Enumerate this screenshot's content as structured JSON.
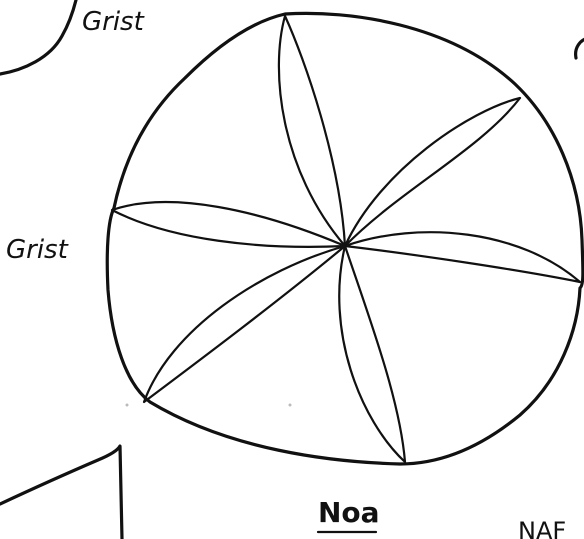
{
  "labels": {
    "top_label": "Grist",
    "side_label": "Grist",
    "signature": "Noa",
    "corner_fragment": "NAF"
  },
  "colors": {
    "ink": "#111111",
    "paper": "#ffffff"
  }
}
